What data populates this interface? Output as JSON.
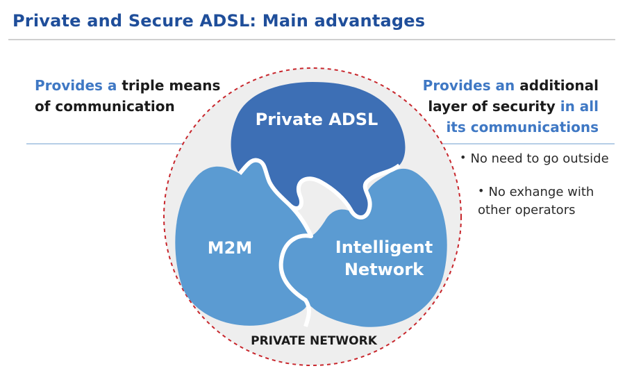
{
  "title": "Private and Secure ADSL: Main advantages",
  "left_callout": {
    "part1_highlight": "Provides a",
    "part2": "triple means of communication"
  },
  "right_callout": {
    "part1_highlight": "Provides an",
    "part2": "additional layer of security",
    "part3_highlight": "in all its communications"
  },
  "bullets": [
    "No need to go outside",
    "No exhange with other operators"
  ],
  "pieces": {
    "top": "Private ADSL",
    "left": "M2M",
    "right_line1": "Intelligent",
    "right_line2": "Network"
  },
  "circle_label": "PRIVATE NETWORK",
  "colors": {
    "title": "#1f4e9a",
    "highlight": "#3f78c4",
    "piece_top": "#3d6fb5",
    "piece_sides": "#5b9bd2",
    "circle_fill": "#eeeeee",
    "circle_border": "#c8262c",
    "connector": "#9dbedf"
  }
}
